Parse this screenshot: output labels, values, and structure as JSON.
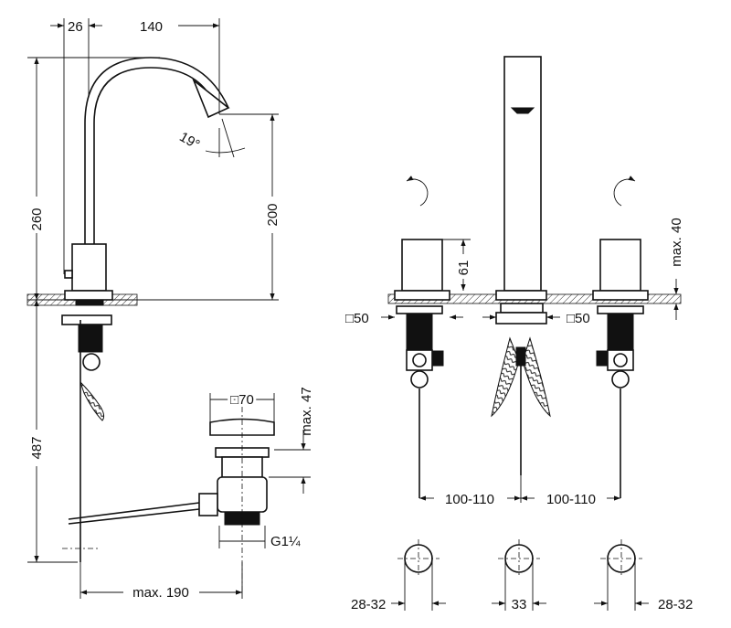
{
  "drawing": {
    "left_view": {
      "dim_offset": "26",
      "dim_reach": "140",
      "dim_angle": "19°",
      "dim_total_height": "260",
      "dim_spout_height": "200",
      "dim_below_deck": "487",
      "dim_waste_cap": "□70",
      "dim_waste_height": "max. 47",
      "dim_waste_thread": "G1¼",
      "dim_lever_length": "max. 190"
    },
    "right_view": {
      "dim_handle_height": "61",
      "dim_deck_thickness": "max. 40",
      "dim_left_flange": "□50",
      "dim_center_flange": "□50",
      "dim_spacing_left": "100-110",
      "dim_spacing_right": "100-110",
      "dim_hole_left": "28-32",
      "dim_hole_center": "33",
      "dim_hole_right": "28-32"
    }
  }
}
